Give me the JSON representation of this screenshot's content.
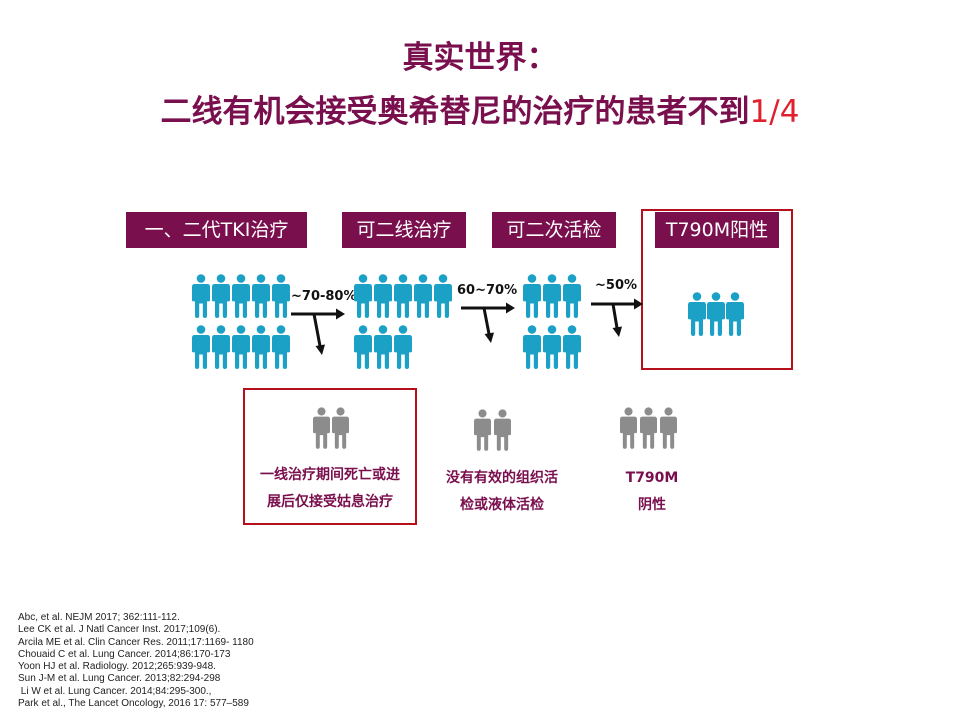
{
  "slide": {
    "title_line1": "真实世界：",
    "title_line2_main": "二线有机会接受奥希替尼的治疗的患者不到",
    "title_line2_accent": "1/4"
  },
  "stages": [
    {
      "label": "一、二代TKI治疗"
    },
    {
      "label": "可二线治疗"
    },
    {
      "label": "可二次活检"
    },
    {
      "label": "T790M阳性"
    }
  ],
  "transitions": [
    {
      "rate": "~70-80%"
    },
    {
      "rate": "60~70%"
    },
    {
      "rate": "~50%"
    }
  ],
  "excluded": [
    {
      "line1": "一线治疗期间死亡或进",
      "line2": "展后仅接受姑息治疗"
    },
    {
      "line1": "没有有效的组织活",
      "line2": "检或液体活检"
    },
    {
      "line1": "T790M",
      "line2": "阴性"
    }
  ],
  "references": [
    "Abc, et al. NEJM 2017; 362:111-112.",
    "Lee CK et al. J Natl Cancer Inst. 2017;109(6).",
    "Arcila ME et al. Clin Cancer Res. 2011;17:1169- 1180",
    "Chouaid C et al. Lung Cancer. 2014;86:170-173",
    "Yoon HJ et al. Radiology. 2012;265:939-948.",
    "Sun J-M et al. Lung Cancer. 2013;82:294-298",
    " Li W et al. Lung Cancer. 2014;84:295-300.,",
    "Park et al., The Lancet Oncology, 2016 17: 577–589"
  ],
  "colors": {
    "brand": "#7a0f4e",
    "accent": "#e0202e",
    "box_border": "#b5101b",
    "person_teal": "#1ba0c6",
    "person_gray": "#8c8c8c"
  },
  "icons": {
    "person": "person-icon",
    "arrow": "branch-arrow-icon"
  }
}
